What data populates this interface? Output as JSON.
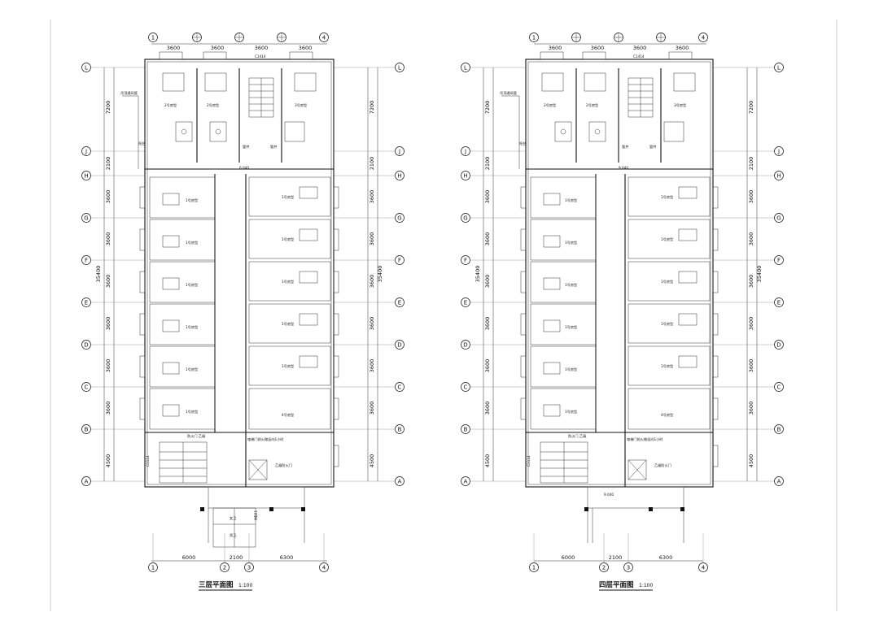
{
  "drawings": [
    {
      "title": "三层平面图",
      "scale": "1:100",
      "elevation": "6.040",
      "top_axes": [
        "1",
        "2",
        "3",
        "4"
      ],
      "top_dims": [
        "3600",
        "3600",
        "3600",
        "3600"
      ],
      "bottom_dims": [
        "6000",
        "2100",
        "6300"
      ],
      "side_axes": [
        "L",
        "J",
        "H",
        "G",
        "F",
        "E",
        "D",
        "C",
        "B",
        "A"
      ],
      "side_dims": [
        "7200",
        "2100",
        "3600",
        "3600",
        "3600",
        "3600",
        "3600",
        "3600",
        "4500"
      ],
      "total_dim": "35400",
      "window_tag": "C1414",
      "side_window_tag": "C1114",
      "north_rooms": [
        "2号房型",
        "2号房型",
        "3号房型"
      ],
      "west_room": "1号房型",
      "east_room": "1号房型",
      "south_room": "4号房型",
      "balcony": "阳台",
      "shaft": "管井",
      "vent_note": "吊顶通风管",
      "stair_note": "防火门 乙级",
      "elevator_note": "电梯门前火做竖向1小时",
      "fire_door_note": "乙级防火门",
      "extra_labels": [
        "女卫",
        "男卫",
        "MD21"
      ]
    },
    {
      "title": "四层平面图",
      "scale": "1:100",
      "elevation": "9.040",
      "elevation_2": "9.040",
      "top_axes": [
        "1",
        "2",
        "3",
        "4"
      ],
      "top_dims": [
        "3600",
        "3600",
        "3600",
        "3600"
      ],
      "bottom_dims": [
        "6000",
        "2100",
        "6300"
      ],
      "side_axes": [
        "L",
        "J",
        "H",
        "G",
        "F",
        "E",
        "D",
        "C",
        "B",
        "A"
      ],
      "side_dims": [
        "7200",
        "2100",
        "3600",
        "3600",
        "3600",
        "3600",
        "3600",
        "3600",
        "4500"
      ],
      "total_dim": "35400",
      "window_tag": "C1414",
      "side_window_tag": "C1114",
      "north_rooms": [
        "2号房型",
        "2号房型",
        "3号房型"
      ],
      "west_room": "1号房型",
      "east_room": "1号房型",
      "south_room": "4号房型",
      "balcony": "阳台",
      "shaft": "管井",
      "vent_note": "吊顶通风管",
      "stair_note": "防火门 乙级",
      "elevator_note": "电梯门前火做竖向1小时",
      "fire_door_note": "乙级防火门"
    }
  ]
}
